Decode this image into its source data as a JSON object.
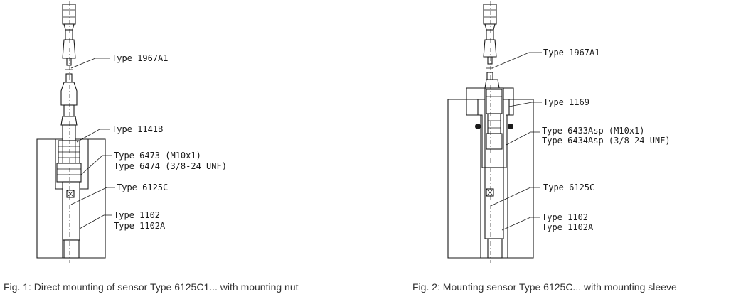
{
  "figures": [
    {
      "caption": "Fig. 1: Direct mounting of sensor Type 6125C1... with mounting nut",
      "labels": {
        "cable": "Type 1967A1",
        "nut": "Type 1141B",
        "seal_a": "Type 6473 (M10x1)",
        "seal_b": "Type 6474 (3/8-24 UNF)",
        "sensor": "Type 6125C",
        "bore_a": "Type 1102",
        "bore_b": "Type 1102A"
      }
    },
    {
      "caption": "Fig. 2: Mounting sensor Type 6125C... with mounting sleeve",
      "labels": {
        "cable": "Type 1967A1",
        "sleeve": "Type 1169",
        "seal_a": "Type 6433Asp (M10x1)",
        "seal_b": "Type 6434Asp (3/8-24 UNF)",
        "sensor": "Type 6125C",
        "bore_a": "Type 1102",
        "bore_b": "Type 1102A"
      }
    }
  ]
}
